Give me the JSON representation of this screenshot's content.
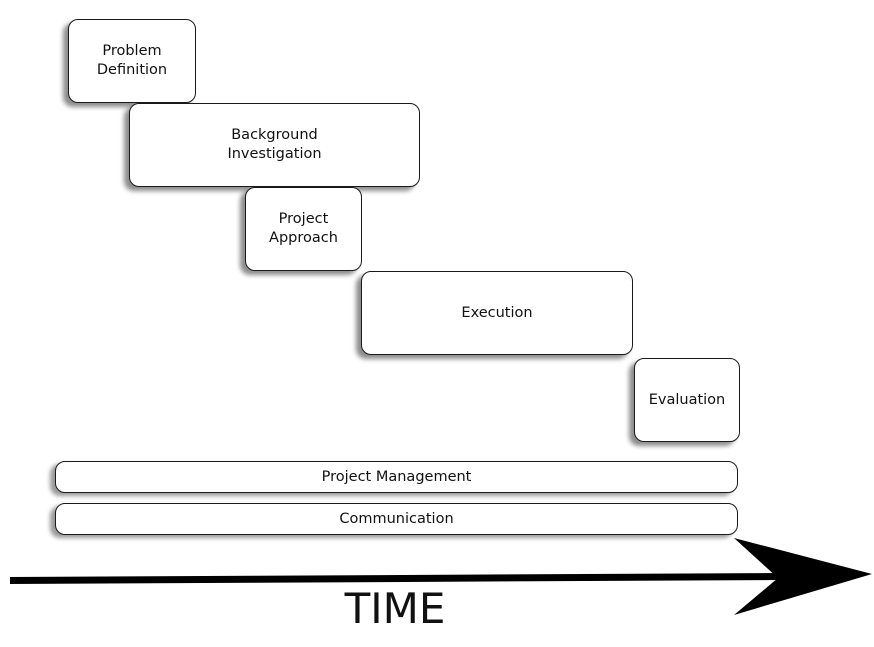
{
  "phases": [
    {
      "label": "Problem\nDefinition"
    },
    {
      "label": "Background\nInvestigation"
    },
    {
      "label": "Project\nApproach"
    },
    {
      "label": "Execution"
    },
    {
      "label": "Evaluation"
    }
  ],
  "bars": [
    {
      "label": "Project Management"
    },
    {
      "label": "Communication"
    }
  ],
  "axis": {
    "label": "TIME"
  }
}
